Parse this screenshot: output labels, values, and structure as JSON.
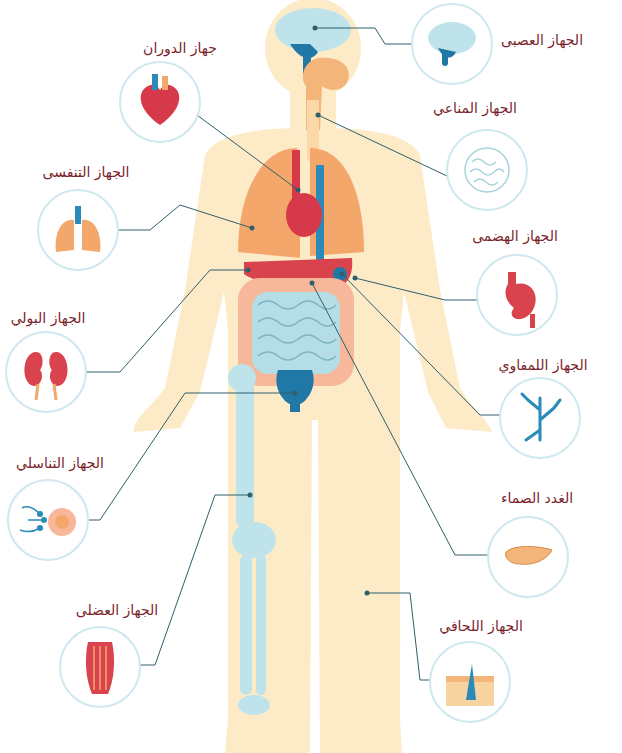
{
  "diagram": {
    "labels": [
      "الجهاز العصبى",
      "جهاز الدوران",
      "الجهاز المناعي",
      "الجهاز التنفسى",
      "الجهاز الهضمى",
      "الجهاز البولي",
      "الجهاز اللمفاوي",
      "الجهاز التناسلي",
      "الغدد الصماء",
      "الجهاز العضلى",
      "الجهاز اللحافي"
    ]
  }
}
